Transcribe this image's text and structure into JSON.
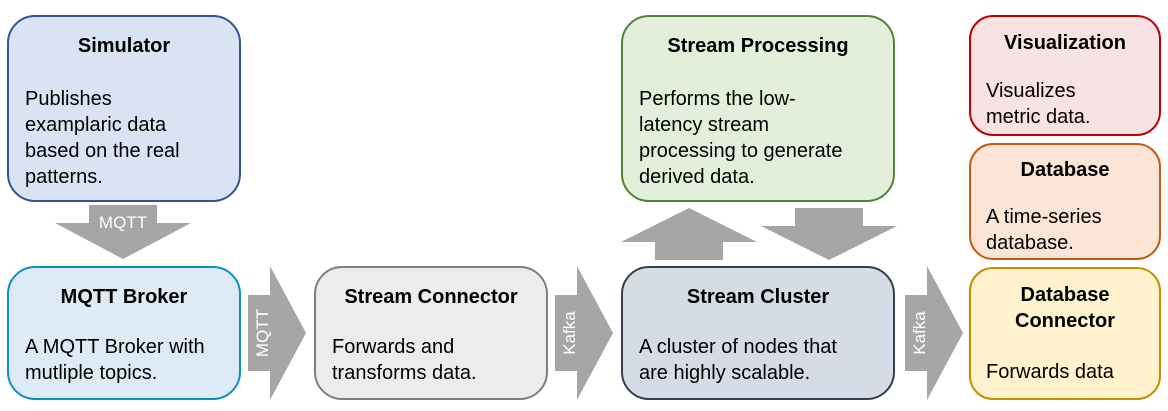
{
  "nodes": {
    "simulator": {
      "title": "Simulator",
      "lines": [
        "Publishes",
        "examplaric data",
        "based on the real",
        "patterns."
      ]
    },
    "mqtt_broker": {
      "title": "MQTT Broker",
      "lines": [
        "A MQTT Broker with",
        "mutliple topics."
      ]
    },
    "stream_connector": {
      "title": "Stream Connector",
      "lines": [
        "Forwards and",
        "transforms data."
      ]
    },
    "stream_processing": {
      "title": "Stream Processing",
      "lines": [
        "Performs the low-",
        "latency stream",
        "processing to generate",
        "derived data."
      ]
    },
    "stream_cluster": {
      "title": "Stream Cluster",
      "lines": [
        "A cluster of nodes that",
        "are highly scalable."
      ]
    },
    "visualization": {
      "title": "Visualization",
      "lines": [
        "Visualizes",
        "metric data."
      ]
    },
    "database": {
      "title": "Database",
      "lines": [
        "A time-series",
        "database."
      ]
    },
    "database_connector": {
      "title_lines": [
        "Database",
        "Connector"
      ],
      "lines": [
        "Forwards data"
      ]
    }
  },
  "arrows": {
    "sim_to_broker": "MQTT",
    "broker_to_connector": "MQTT",
    "connector_to_cluster": "Kafka",
    "cluster_to_dbconnector": "Kafka"
  },
  "colors": {
    "simulator": {
      "fill": "#dae3f3",
      "border": "#2f5597"
    },
    "mqtt_broker": {
      "fill": "#deebf7",
      "border": "#0e8fbf"
    },
    "stream_connector": {
      "fill": "#ececec",
      "border": "#7f7f7f"
    },
    "stream_processing": {
      "fill": "#e2efda",
      "border": "#548235"
    },
    "stream_cluster": {
      "fill": "#d6dce5",
      "border": "#333f50"
    },
    "visualization": {
      "fill": "#f7e3e3",
      "border": "#c00000"
    },
    "database": {
      "fill": "#fbe5d6",
      "border": "#c55a11"
    },
    "database_connector": {
      "fill": "#fff2cc",
      "border": "#bf9000"
    },
    "arrow": "#a6a6a6"
  }
}
